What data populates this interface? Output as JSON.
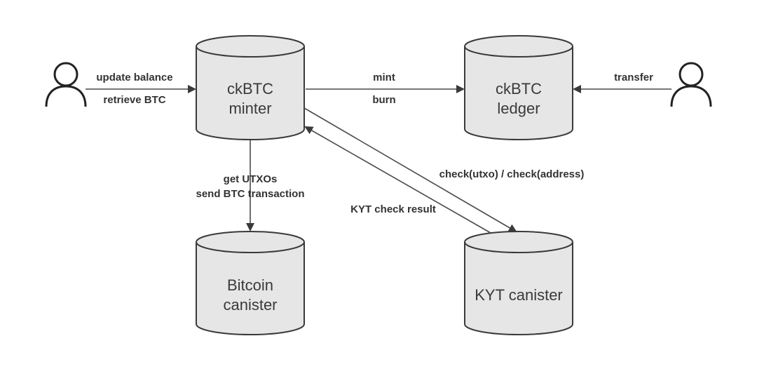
{
  "nodes": {
    "minter": {
      "line1": "ckBTC",
      "line2": "minter"
    },
    "ledger": {
      "line1": "ckBTC",
      "line2": "ledger"
    },
    "bitcoin": {
      "line1": "Bitcoin",
      "line2": "canister"
    },
    "kyt": {
      "line1": "KYT canister"
    }
  },
  "edges": {
    "user_to_minter": {
      "top": "update balance",
      "bottom": "retrieve BTC"
    },
    "minter_to_ledger": {
      "top": "mint",
      "bottom": "burn"
    },
    "user_to_ledger": {
      "label": "transfer"
    },
    "minter_to_bitcoin": {
      "line1": "get UTXOs",
      "line2": "send BTC transaction"
    },
    "minter_to_kyt": {
      "label": "check(utxo) / check(address)"
    },
    "kyt_to_minter": {
      "label": "KYT check result"
    }
  },
  "icons": {
    "left_actor": "user-icon",
    "right_actor": "user-icon"
  }
}
